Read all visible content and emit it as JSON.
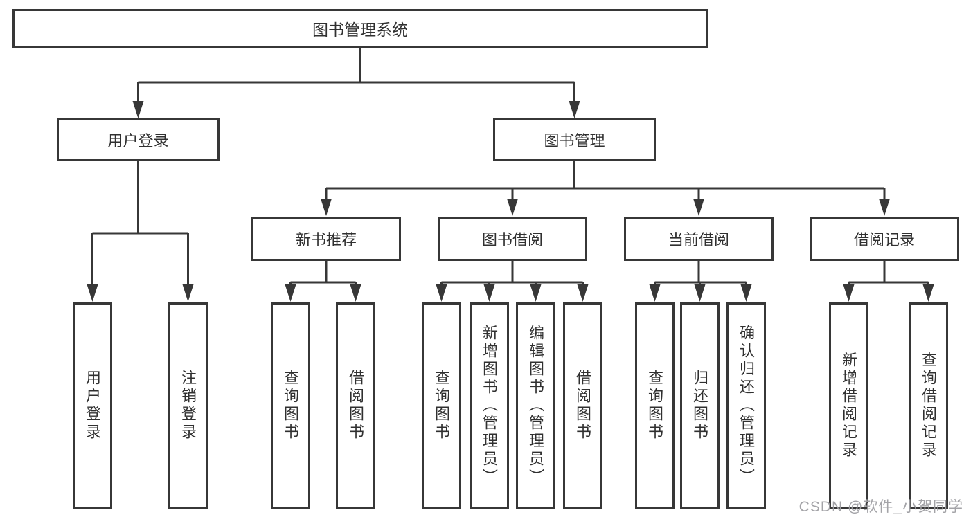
{
  "diagram": {
    "title": "图书管理系统",
    "level2": [
      {
        "label": "用户登录"
      },
      {
        "label": "图书管理"
      }
    ],
    "level3": [
      {
        "label": "新书推荐",
        "parent": "图书管理"
      },
      {
        "label": "图书借阅",
        "parent": "图书管理"
      },
      {
        "label": "当前借阅",
        "parent": "图书管理"
      },
      {
        "label": "借阅记录",
        "parent": "图书管理"
      }
    ],
    "leaves": [
      {
        "label": "用户登录",
        "parent": "用户登录"
      },
      {
        "label": "注销登录",
        "parent": "用户登录"
      },
      {
        "label": "查询图书",
        "parent": "新书推荐"
      },
      {
        "label": "借阅图书",
        "parent": "新书推荐"
      },
      {
        "label": "查询图书",
        "parent": "图书借阅"
      },
      {
        "label": "新增图书（管理员）",
        "parent": "图书借阅"
      },
      {
        "label": "编辑图书（管理员）",
        "parent": "图书借阅"
      },
      {
        "label": "借阅图书",
        "parent": "图书借阅"
      },
      {
        "label": "查询图书",
        "parent": "当前借阅"
      },
      {
        "label": "归还图书",
        "parent": "当前借阅"
      },
      {
        "label": "确认归还（管理员）",
        "parent": "当前借阅"
      },
      {
        "label": "新增借阅记录",
        "parent": "借阅记录"
      },
      {
        "label": "查询借阅记录",
        "parent": "借阅记录"
      }
    ],
    "colors": {
      "line": "#373737",
      "text": "#303030",
      "background": "#ffffff",
      "watermark": "#9e9ea2"
    }
  },
  "watermark": {
    "text": "CSDN @软件_小贺同学"
  }
}
